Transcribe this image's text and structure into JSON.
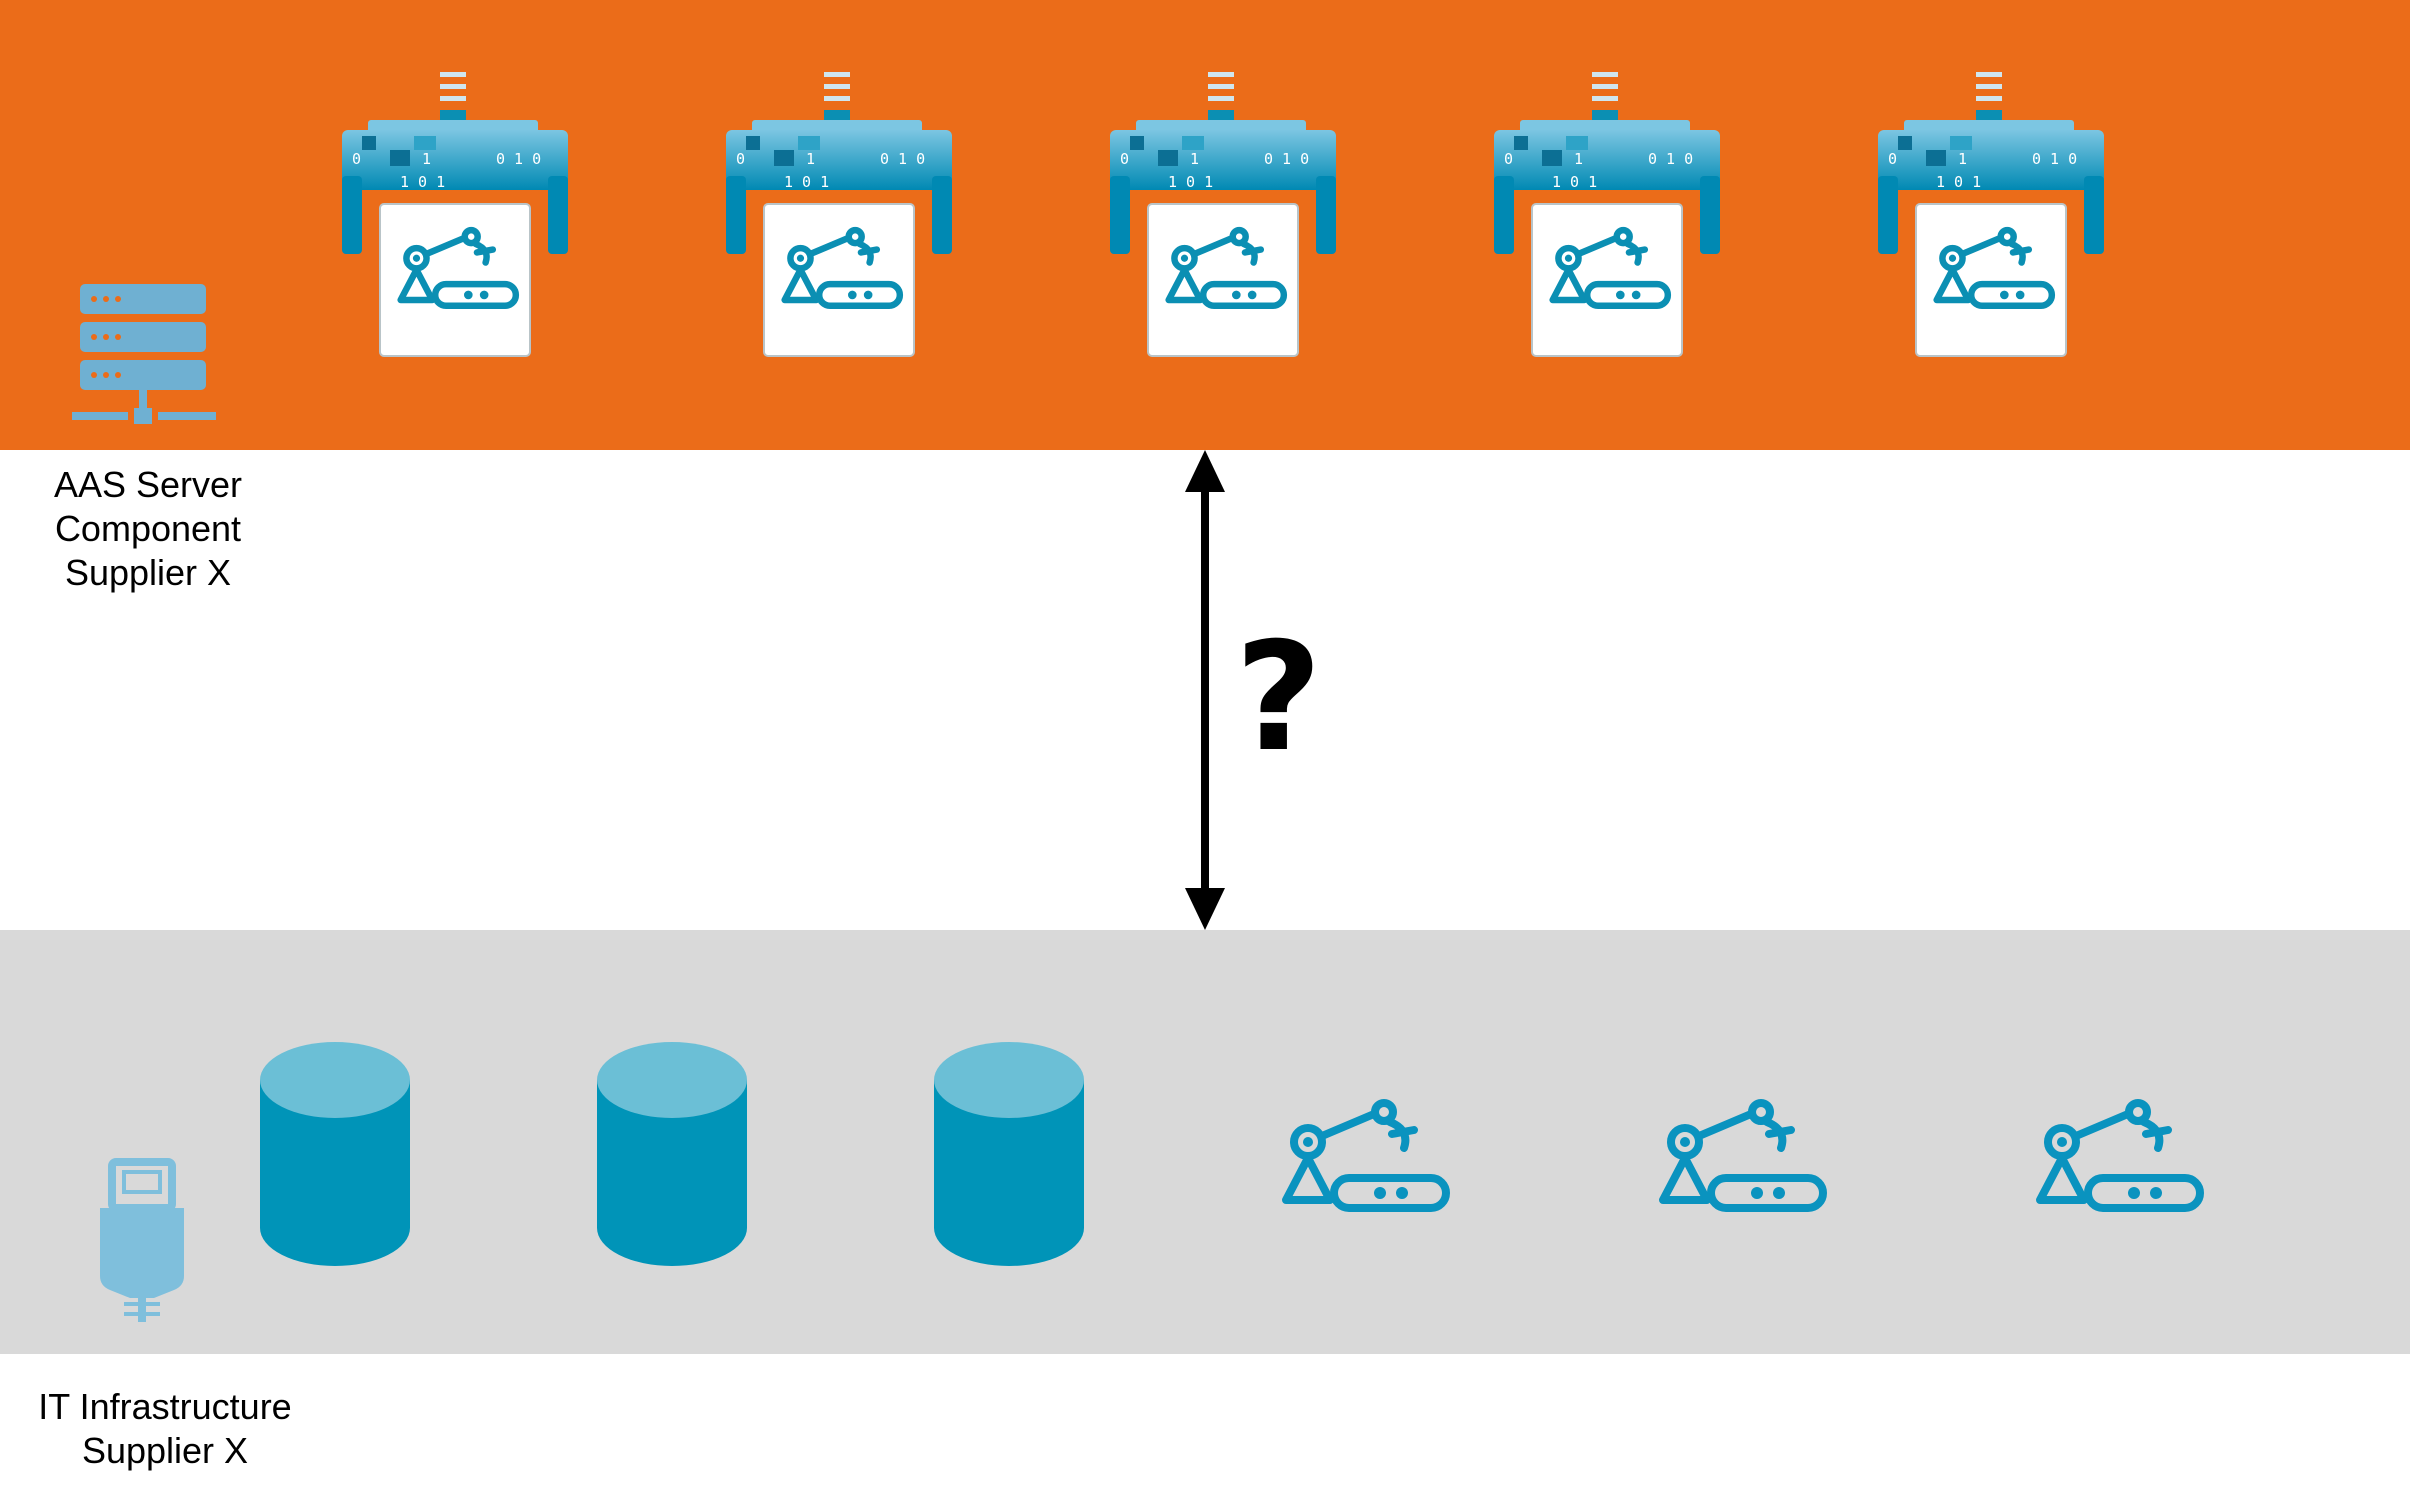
{
  "server": {
    "label": "AAS Server\nComponent\nSupplier X",
    "icon": "server-rack-icon"
  },
  "infrastructure": {
    "label": "IT Infrastructure\nSupplier X",
    "icon": "plug-icon"
  },
  "connection": {
    "symbol": "?",
    "icon": "double-arrow-icon"
  },
  "aas_shells": [
    {
      "icon": "aas-robot-shell-icon",
      "digits_top_left": "0",
      "digits_top_mid": "1",
      "digits_top_right": "0 1 0",
      "digits_bottom": "1 0 1"
    },
    {
      "icon": "aas-robot-shell-icon",
      "digits_top_left": "0",
      "digits_top_mid": "1",
      "digits_top_right": "0 1 0",
      "digits_bottom": "1 0 1"
    },
    {
      "icon": "aas-robot-shell-icon",
      "digits_top_left": "0",
      "digits_top_mid": "1",
      "digits_top_right": "0 1 0",
      "digits_bottom": "1 0 1"
    },
    {
      "icon": "aas-robot-shell-icon",
      "digits_top_left": "0",
      "digits_top_mid": "1",
      "digits_top_right": "0 1 0",
      "digits_bottom": "1 0 1"
    },
    {
      "icon": "aas-robot-shell-icon",
      "digits_top_left": "0",
      "digits_top_mid": "1",
      "digits_top_right": "0 1 0",
      "digits_bottom": "1 0 1"
    }
  ],
  "databases": [
    {
      "icon": "database-cylinder-icon"
    },
    {
      "icon": "database-cylinder-icon"
    },
    {
      "icon": "database-cylinder-icon"
    }
  ],
  "robots": [
    {
      "icon": "robot-arm-conveyor-icon"
    },
    {
      "icon": "robot-arm-conveyor-icon"
    },
    {
      "icon": "robot-arm-conveyor-icon"
    }
  ],
  "colors": {
    "orange_band": "#eb6c19",
    "grey_band": "#d9d9d9",
    "teal_dark": "#0091b8",
    "teal_light": "#66bfd6",
    "server_blue": "#6fb0d2"
  }
}
